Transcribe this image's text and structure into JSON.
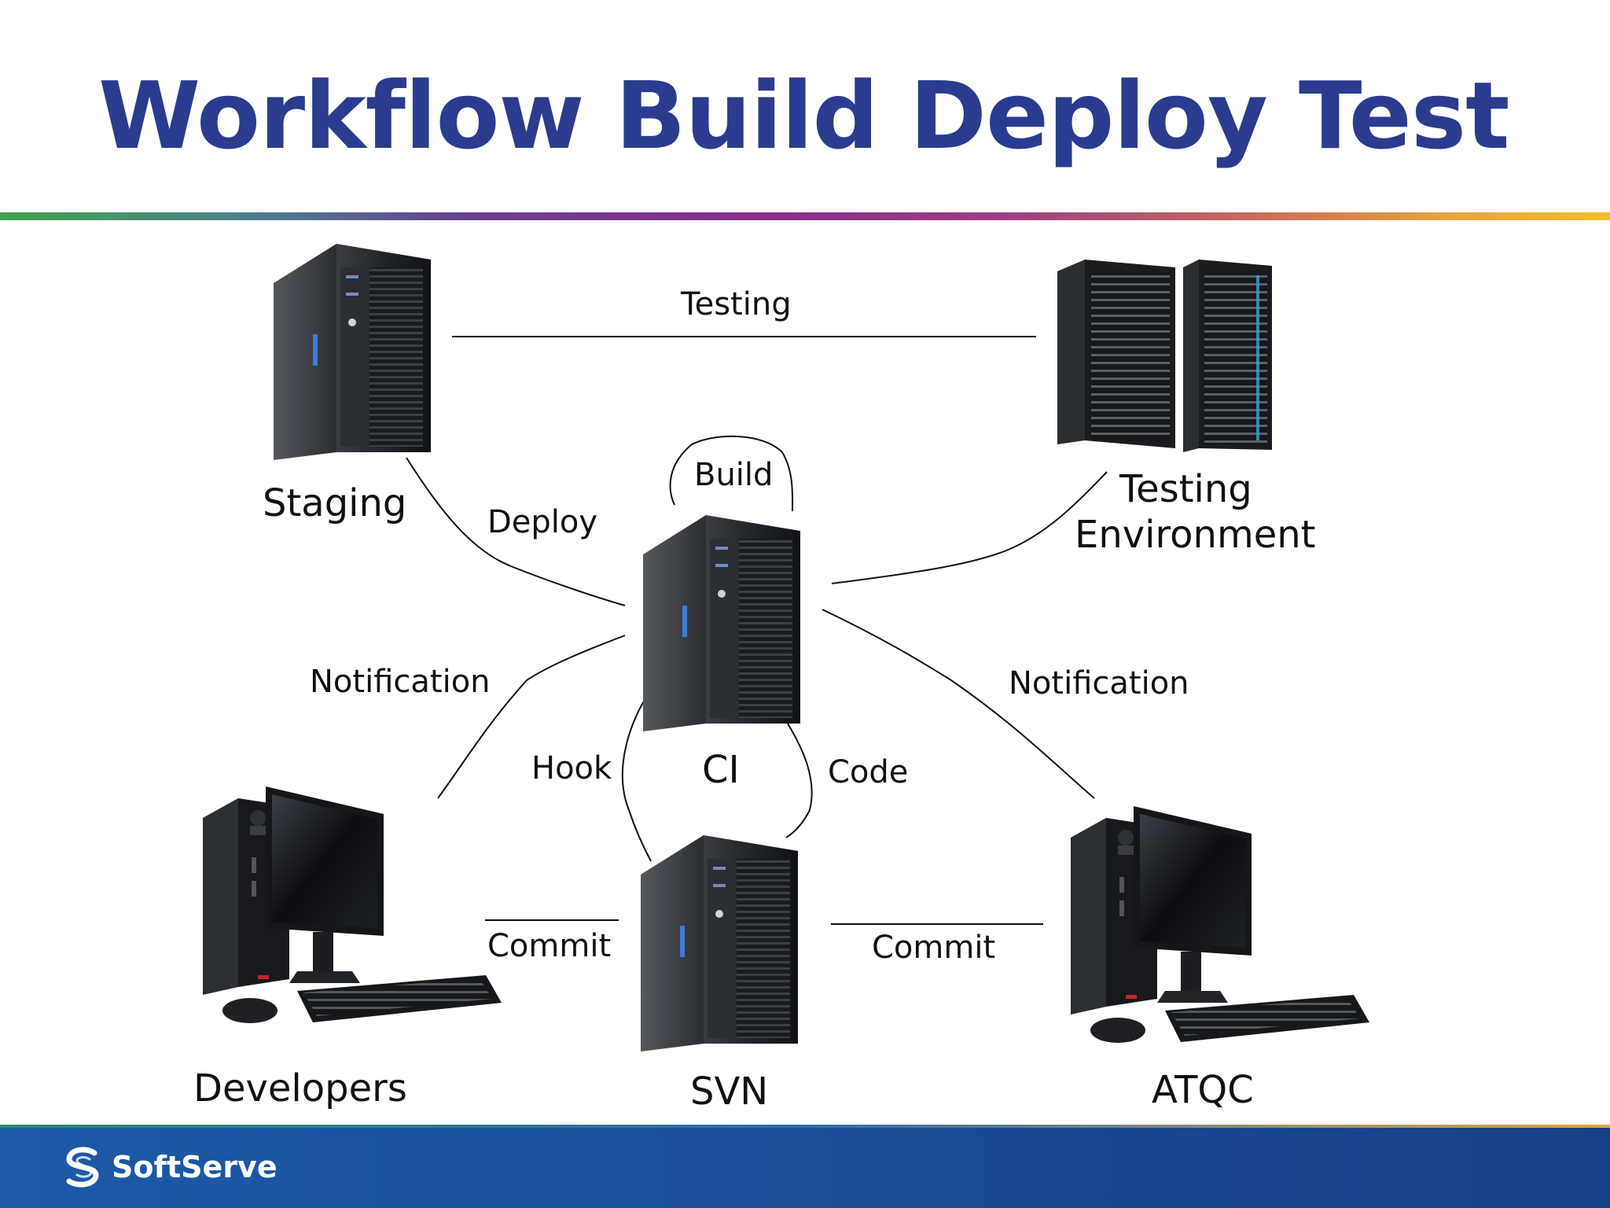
{
  "title": "Workflow Build Deploy Test",
  "nodes": {
    "staging": "Staging",
    "testing_env_line1": "Testing",
    "testing_env_line2": "Environment",
    "ci": "CI",
    "svn": "SVN",
    "developers": "Developers",
    "atqc": "ATQC"
  },
  "edges": {
    "testing": "Testing",
    "build": "Build",
    "deploy": "Deploy",
    "notification_left": "Notification",
    "notification_right": "Notification",
    "hook": "Hook",
    "code": "Code",
    "commit_left": "Commit",
    "commit_right": "Commit"
  },
  "footer": {
    "brand": "SoftServe"
  },
  "colors": {
    "title": "#2b3b8f",
    "footer": "#1a4f9b"
  },
  "icons": [
    "server-tower-icon",
    "server-rack-icon",
    "desktop-computer-icon",
    "softserve-logo-icon"
  ]
}
